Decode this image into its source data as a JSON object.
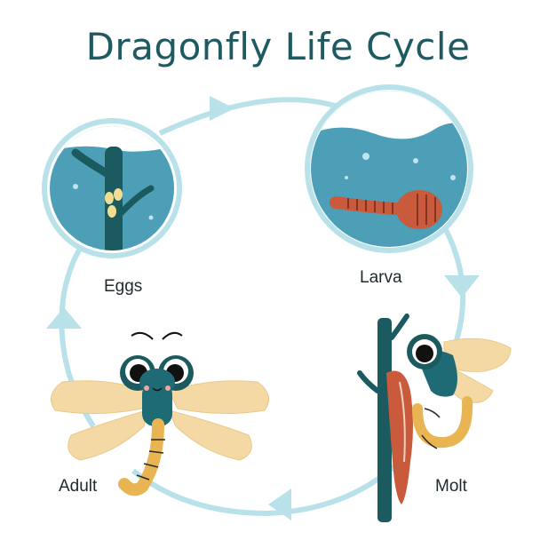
{
  "title": "Dragonfly Life Cycle",
  "stages": [
    {
      "label": "Eggs"
    },
    {
      "label": "Larva"
    },
    {
      "label": "Molt"
    },
    {
      "label": "Adult"
    }
  ],
  "colors": {
    "title": "#1f5a63",
    "cycle_ring": "#b9e1ea",
    "water": "#4d9fb8",
    "dark_teal": "#1b5a5f",
    "larva_orange": "#c95a3b",
    "wing_yellow": "#f4d9a5",
    "tail_yellow": "#e9b552"
  }
}
